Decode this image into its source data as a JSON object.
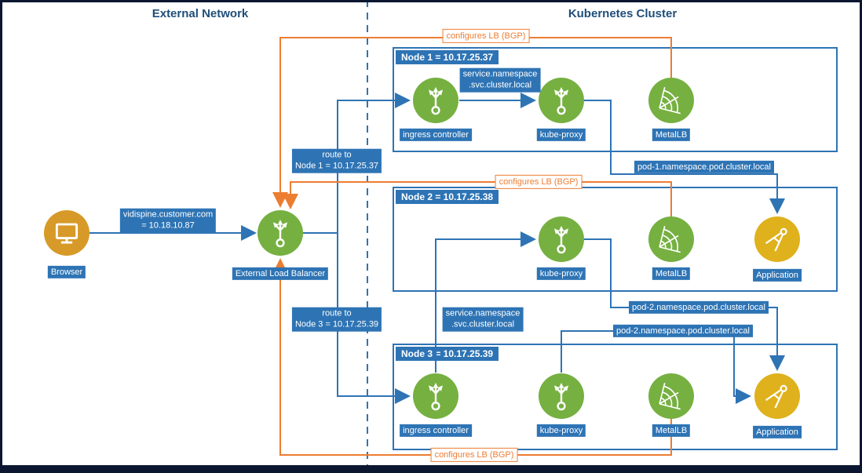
{
  "header": {
    "external_network": "External Network",
    "kubernetes_cluster": "Kubernetes Cluster"
  },
  "external": {
    "browser_label": "Browser",
    "elb_label": "External Load Balancer"
  },
  "nodes": {
    "node1": {
      "title": "Node 1 = 10.17.25.37",
      "ingress": "ingress controller",
      "kubeproxy": "kube-proxy",
      "metallb": "MetalLB"
    },
    "node2": {
      "title": "Node 2 = 10.17.25.38",
      "kubeproxy": "kube-proxy",
      "metallb": "MetalLB",
      "application": "Application"
    },
    "node3": {
      "title": "Node 3 = 10.17.25.39",
      "ingress": "ingress controller",
      "kubeproxy": "kube-proxy",
      "metallb": "MetalLB",
      "application": "Application"
    }
  },
  "edges": {
    "dns": {
      "line1": "vidispine.customer.com",
      "line2": "= 10.18.10.87"
    },
    "route_node1": {
      "line1": "route to",
      "line2": "Node 1 = 10.17.25.37"
    },
    "route_node3": {
      "line1": "route to",
      "line2": "Node 3 = 10.17.25.39"
    },
    "service_node1": {
      "line1": "service.namespace",
      "line2": ".svc.cluster.local"
    },
    "service_node3": {
      "line1": "service.namespace",
      "line2": ".svc.cluster.local"
    },
    "pod1": "pod-1.namespace.pod.cluster.local",
    "pod2_upper": "pod-2.namespace.pod.cluster.local",
    "pod2_lower": "pod-2.namespace.pod.cluster.local",
    "bgp_top": "configures LB (BGP)",
    "bgp_middle": "configures LB (BGP)",
    "bgp_bottom": "configures LB (BGP)"
  },
  "colors": {
    "edge_blue": "#2E74B5",
    "edge_orange": "#ED7D31",
    "label_bg": "#2E74B5",
    "label_text": "#FFFFFF",
    "title_text": "#1F4E79",
    "node_green": "#76B041",
    "app_yellow": "#DFB11C",
    "browser_amber": "#D79A28",
    "frame": "#0B1730"
  }
}
